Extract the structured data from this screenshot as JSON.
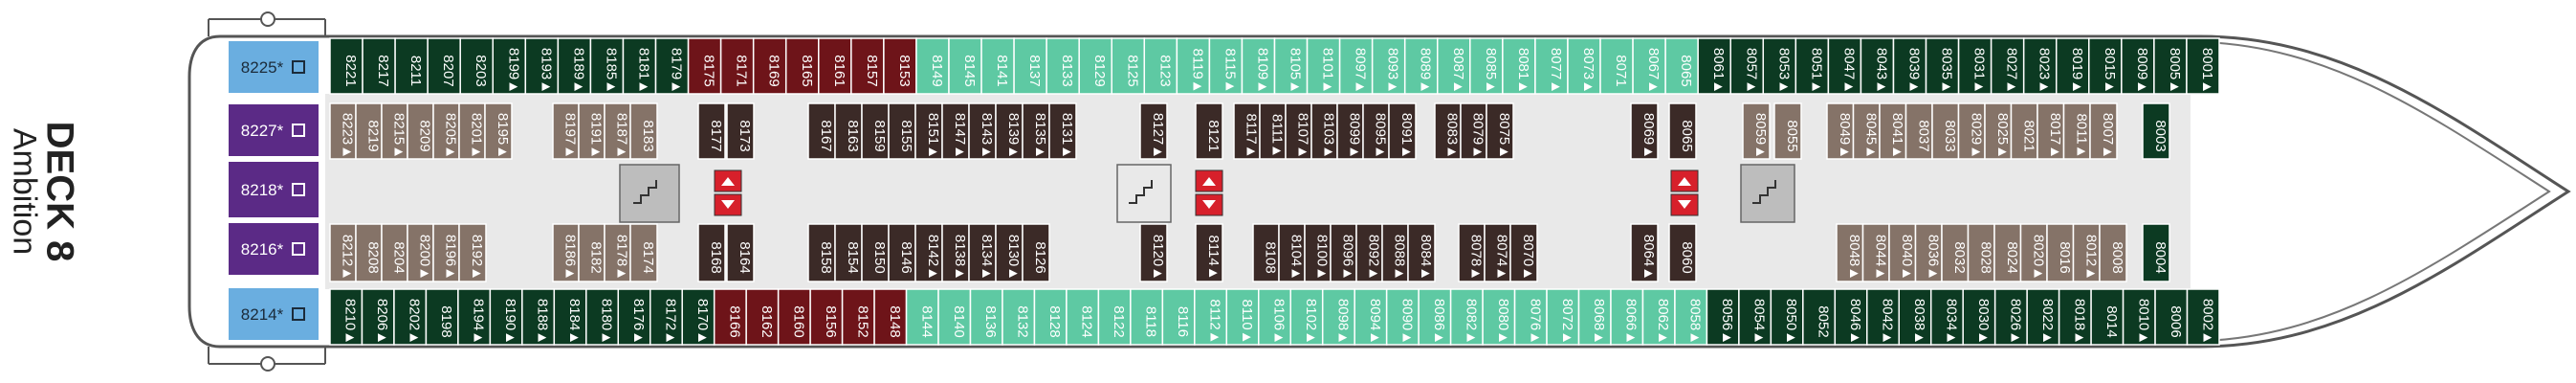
{
  "deck": {
    "title": "DECK 8",
    "ship_name": "Ambition"
  },
  "colors": {
    "suite_blue": "#6aaee0",
    "suite_purple": "#5b2a86",
    "balcony_green": "#0c3a22",
    "maroon": "#6e1419",
    "teal": "#5ec9a3",
    "interior_taupe": "#857368",
    "dark_brown": "#3b2a27",
    "corridor": "#e9e9e9",
    "stairs": "#bdbdbd",
    "lift_red": "#d7202b"
  },
  "aft_suites": [
    {
      "label": "8225*",
      "color": "suite_blue"
    },
    {
      "label": "8227*",
      "color": "suite_purple"
    },
    {
      "label": "8218*",
      "color": "suite_purple"
    },
    {
      "label": "8216*",
      "color": "suite_purple"
    },
    {
      "label": "8214*",
      "color": "suite_blue"
    }
  ],
  "rows": {
    "top_outer": [
      {
        "n": "8221",
        "c": "balcony_green"
      },
      {
        "n": "8217",
        "c": "balcony_green"
      },
      {
        "n": "8211",
        "c": "balcony_green"
      },
      {
        "n": "8207",
        "c": "balcony_green"
      },
      {
        "n": "8203",
        "c": "balcony_green"
      },
      {
        "n": "8199▲",
        "c": "balcony_green"
      },
      {
        "n": "8193▲",
        "c": "balcony_green"
      },
      {
        "n": "8189▲",
        "c": "balcony_green"
      },
      {
        "n": "8185▲",
        "c": "balcony_green"
      },
      {
        "n": "8181▲",
        "c": "balcony_green"
      },
      {
        "n": "8179▲",
        "c": "balcony_green"
      },
      {
        "n": "8175",
        "c": "maroon"
      },
      {
        "n": "8171",
        "c": "maroon"
      },
      {
        "n": "8169",
        "c": "maroon"
      },
      {
        "n": "8165",
        "c": "maroon"
      },
      {
        "n": "8161",
        "c": "maroon"
      },
      {
        "n": "8157",
        "c": "maroon"
      },
      {
        "n": "8153",
        "c": "maroon"
      },
      {
        "n": "8149",
        "c": "teal"
      },
      {
        "n": "8145",
        "c": "teal"
      },
      {
        "n": "8141",
        "c": "teal"
      },
      {
        "n": "8137",
        "c": "teal"
      },
      {
        "n": "8133",
        "c": "teal"
      },
      {
        "n": "8129",
        "c": "teal"
      },
      {
        "n": "8125",
        "c": "teal"
      },
      {
        "n": "8123",
        "c": "teal"
      },
      {
        "n": "8119▲",
        "c": "teal"
      },
      {
        "n": "8115▲",
        "c": "teal"
      },
      {
        "n": "8109▲",
        "c": "teal"
      },
      {
        "n": "8105▲",
        "c": "teal"
      },
      {
        "n": "8101▲",
        "c": "teal"
      },
      {
        "n": "8097▲",
        "c": "teal"
      },
      {
        "n": "8093▲",
        "c": "teal"
      },
      {
        "n": "8089▲",
        "c": "teal"
      },
      {
        "n": "8087▲",
        "c": "teal"
      },
      {
        "n": "8085▲",
        "c": "teal"
      },
      {
        "n": "8081▲",
        "c": "teal"
      },
      {
        "n": "8077▲",
        "c": "teal"
      },
      {
        "n": "8073▲",
        "c": "teal"
      },
      {
        "n": "8071",
        "c": "teal"
      },
      {
        "n": "8067▲",
        "c": "teal"
      },
      {
        "n": "8065",
        "c": "teal"
      },
      {
        "n": "8061▲",
        "c": "balcony_green"
      },
      {
        "n": "8057▲",
        "c": "balcony_green"
      },
      {
        "n": "8053▲",
        "c": "balcony_green"
      },
      {
        "n": "8051▲",
        "c": "balcony_green"
      },
      {
        "n": "8047▲",
        "c": "balcony_green"
      },
      {
        "n": "8043▲",
        "c": "balcony_green"
      },
      {
        "n": "8039▲",
        "c": "balcony_green"
      },
      {
        "n": "8035▲",
        "c": "balcony_green"
      },
      {
        "n": "8031▲",
        "c": "balcony_green"
      },
      {
        "n": "8027▲",
        "c": "balcony_green"
      },
      {
        "n": "8023▲",
        "c": "balcony_green"
      },
      {
        "n": "8019▲",
        "c": "balcony_green"
      },
      {
        "n": "8015▲",
        "c": "balcony_green"
      },
      {
        "n": "8009▲",
        "c": "balcony_green"
      },
      {
        "n": "8005▲",
        "c": "balcony_green"
      },
      {
        "n": "8001▲",
        "c": "balcony_green"
      }
    ],
    "top_inner": [
      {
        "n": "8223▲",
        "c": "interior_taupe"
      },
      {
        "n": "8219",
        "c": "interior_taupe"
      },
      {
        "n": "8215▲",
        "c": "interior_taupe"
      },
      {
        "n": "8209",
        "c": "interior_taupe"
      },
      {
        "n": "8205▲",
        "c": "interior_taupe"
      },
      {
        "n": "8201▲",
        "c": "interior_taupe"
      },
      {
        "n": "8195▲",
        "c": "interior_taupe"
      },
      {
        "n": "8197▲",
        "c": "interior_taupe"
      },
      {
        "n": "8191▲",
        "c": "interior_taupe"
      },
      {
        "n": "8187▲",
        "c": "interior_taupe"
      },
      {
        "n": "8183",
        "c": "interior_taupe"
      },
      {
        "n": "8177",
        "c": "dark_brown"
      },
      {
        "n": "8173",
        "c": "dark_brown"
      },
      {
        "n": "8167",
        "c": "dark_brown"
      },
      {
        "n": "8163",
        "c": "dark_brown"
      },
      {
        "n": "8159",
        "c": "dark_brown"
      },
      {
        "n": "8155",
        "c": "dark_brown"
      },
      {
        "n": "8151▲",
        "c": "dark_brown"
      },
      {
        "n": "8147▲",
        "c": "dark_brown"
      },
      {
        "n": "8143▲",
        "c": "dark_brown"
      },
      {
        "n": "8139▲",
        "c": "dark_brown"
      },
      {
        "n": "8135▲",
        "c": "dark_brown"
      },
      {
        "n": "8131▲",
        "c": "dark_brown"
      },
      {
        "n": "8127▲",
        "c": "dark_brown"
      },
      {
        "n": "8121",
        "c": "dark_brown"
      },
      {
        "n": "8117▲",
        "c": "dark_brown"
      },
      {
        "n": "8111▲",
        "c": "dark_brown"
      },
      {
        "n": "8107▲",
        "c": "dark_brown"
      },
      {
        "n": "8103▲",
        "c": "dark_brown"
      },
      {
        "n": "8099▲",
        "c": "dark_brown"
      },
      {
        "n": "8095▲",
        "c": "dark_brown"
      },
      {
        "n": "8091▲",
        "c": "dark_brown"
      },
      {
        "n": "8083▲",
        "c": "dark_brown"
      },
      {
        "n": "8079▲",
        "c": "dark_brown"
      },
      {
        "n": "8075▲",
        "c": "dark_brown"
      },
      {
        "n": "8069▲",
        "c": "dark_brown"
      },
      {
        "n": "8065",
        "c": "dark_brown"
      },
      {
        "n": "8059▲",
        "c": "interior_taupe"
      },
      {
        "n": "8055",
        "c": "interior_taupe"
      },
      {
        "n": "8049▲",
        "c": "interior_taupe"
      },
      {
        "n": "8045▲",
        "c": "interior_taupe"
      },
      {
        "n": "8041▲",
        "c": "interior_taupe"
      },
      {
        "n": "8037",
        "c": "interior_taupe"
      },
      {
        "n": "8033",
        "c": "interior_taupe"
      },
      {
        "n": "8029▲",
        "c": "interior_taupe"
      },
      {
        "n": "8025▲",
        "c": "interior_taupe"
      },
      {
        "n": "8021",
        "c": "interior_taupe"
      },
      {
        "n": "8017▲",
        "c": "interior_taupe"
      },
      {
        "n": "8011▲",
        "c": "interior_taupe"
      },
      {
        "n": "8007▲",
        "c": "interior_taupe"
      },
      {
        "n": "8003",
        "c": "balcony_green"
      }
    ],
    "bottom_inner": [
      {
        "n": "8212▲",
        "c": "interior_taupe"
      },
      {
        "n": "8208",
        "c": "interior_taupe"
      },
      {
        "n": "8204",
        "c": "interior_taupe"
      },
      {
        "n": "8200▲",
        "c": "interior_taupe"
      },
      {
        "n": "8196▲",
        "c": "interior_taupe"
      },
      {
        "n": "8192▲",
        "c": "interior_taupe"
      },
      {
        "n": "8186▲",
        "c": "interior_taupe"
      },
      {
        "n": "8182",
        "c": "interior_taupe"
      },
      {
        "n": "8178▲",
        "c": "interior_taupe"
      },
      {
        "n": "8174",
        "c": "interior_taupe"
      },
      {
        "n": "8168",
        "c": "dark_brown"
      },
      {
        "n": "8164",
        "c": "dark_brown"
      },
      {
        "n": "8158",
        "c": "dark_brown"
      },
      {
        "n": "8154",
        "c": "dark_brown"
      },
      {
        "n": "8150",
        "c": "dark_brown"
      },
      {
        "n": "8146",
        "c": "dark_brown"
      },
      {
        "n": "8142▲",
        "c": "dark_brown"
      },
      {
        "n": "8138▲",
        "c": "dark_brown"
      },
      {
        "n": "8134▲",
        "c": "dark_brown"
      },
      {
        "n": "8130▲",
        "c": "dark_brown"
      },
      {
        "n": "8126",
        "c": "dark_brown"
      },
      {
        "n": "8120▲",
        "c": "dark_brown"
      },
      {
        "n": "8114▲",
        "c": "dark_brown"
      },
      {
        "n": "8108",
        "c": "dark_brown"
      },
      {
        "n": "8104▲",
        "c": "dark_brown"
      },
      {
        "n": "8100▲",
        "c": "dark_brown"
      },
      {
        "n": "8096▲",
        "c": "dark_brown"
      },
      {
        "n": "8092▲",
        "c": "dark_brown"
      },
      {
        "n": "8088▲",
        "c": "dark_brown"
      },
      {
        "n": "8084▲",
        "c": "dark_brown"
      },
      {
        "n": "8078▲",
        "c": "dark_brown"
      },
      {
        "n": "8074▲",
        "c": "dark_brown"
      },
      {
        "n": "8070▲",
        "c": "dark_brown"
      },
      {
        "n": "8064▲",
        "c": "dark_brown"
      },
      {
        "n": "8060",
        "c": "dark_brown"
      },
      {
        "n": "8048▲",
        "c": "interior_taupe"
      },
      {
        "n": "8044▲",
        "c": "interior_taupe"
      },
      {
        "n": "8040▲",
        "c": "interior_taupe"
      },
      {
        "n": "8036▲",
        "c": "interior_taupe"
      },
      {
        "n": "8032",
        "c": "interior_taupe"
      },
      {
        "n": "8028",
        "c": "interior_taupe"
      },
      {
        "n": "8024",
        "c": "interior_taupe"
      },
      {
        "n": "8020▲",
        "c": "interior_taupe"
      },
      {
        "n": "8016",
        "c": "interior_taupe"
      },
      {
        "n": "8012▲",
        "c": "interior_taupe"
      },
      {
        "n": "8008",
        "c": "interior_taupe"
      },
      {
        "n": "8004",
        "c": "balcony_green"
      }
    ],
    "bottom_outer": [
      {
        "n": "8210▲",
        "c": "balcony_green"
      },
      {
        "n": "8206▲",
        "c": "balcony_green"
      },
      {
        "n": "8202▲",
        "c": "balcony_green"
      },
      {
        "n": "8198",
        "c": "balcony_green"
      },
      {
        "n": "8194▲",
        "c": "balcony_green"
      },
      {
        "n": "8190▲",
        "c": "balcony_green"
      },
      {
        "n": "8188▲",
        "c": "balcony_green"
      },
      {
        "n": "8184▲",
        "c": "balcony_green"
      },
      {
        "n": "8180▲",
        "c": "balcony_green"
      },
      {
        "n": "8176▲",
        "c": "balcony_green"
      },
      {
        "n": "8172▲",
        "c": "balcony_green"
      },
      {
        "n": "8170▲",
        "c": "balcony_green"
      },
      {
        "n": "8166",
        "c": "maroon"
      },
      {
        "n": "8162",
        "c": "maroon"
      },
      {
        "n": "8160",
        "c": "maroon"
      },
      {
        "n": "8156",
        "c": "maroon"
      },
      {
        "n": "8152",
        "c": "maroon"
      },
      {
        "n": "8148",
        "c": "maroon"
      },
      {
        "n": "8144",
        "c": "teal"
      },
      {
        "n": "8140",
        "c": "teal"
      },
      {
        "n": "8136",
        "c": "teal"
      },
      {
        "n": "8132",
        "c": "teal"
      },
      {
        "n": "8128",
        "c": "teal"
      },
      {
        "n": "8124",
        "c": "teal"
      },
      {
        "n": "8122",
        "c": "teal"
      },
      {
        "n": "8118",
        "c": "teal"
      },
      {
        "n": "8116",
        "c": "teal"
      },
      {
        "n": "8112▲",
        "c": "teal"
      },
      {
        "n": "8110▲",
        "c": "teal"
      },
      {
        "n": "8106▲",
        "c": "teal"
      },
      {
        "n": "8102▲",
        "c": "teal"
      },
      {
        "n": "8098▲",
        "c": "teal"
      },
      {
        "n": "8094▲",
        "c": "teal"
      },
      {
        "n": "8090▲",
        "c": "teal"
      },
      {
        "n": "8086▲",
        "c": "teal"
      },
      {
        "n": "8082▲",
        "c": "teal"
      },
      {
        "n": "8080▲",
        "c": "teal"
      },
      {
        "n": "8076▲",
        "c": "teal"
      },
      {
        "n": "8072▲",
        "c": "teal"
      },
      {
        "n": "8068▲",
        "c": "teal"
      },
      {
        "n": "8066▲",
        "c": "teal"
      },
      {
        "n": "8062▲",
        "c": "teal"
      },
      {
        "n": "8058▲",
        "c": "teal"
      },
      {
        "n": "8056▲",
        "c": "balcony_green"
      },
      {
        "n": "8054▲",
        "c": "balcony_green"
      },
      {
        "n": "8050▲",
        "c": "balcony_green"
      },
      {
        "n": "8052",
        "c": "balcony_green"
      },
      {
        "n": "8046▲",
        "c": "balcony_green"
      },
      {
        "n": "8042▲",
        "c": "balcony_green"
      },
      {
        "n": "8038▲",
        "c": "balcony_green"
      },
      {
        "n": "8034▲",
        "c": "balcony_green"
      },
      {
        "n": "8030▲",
        "c": "balcony_green"
      },
      {
        "n": "8026▲",
        "c": "balcony_green"
      },
      {
        "n": "8022▲",
        "c": "balcony_green"
      },
      {
        "n": "8018▲",
        "c": "balcony_green"
      },
      {
        "n": "8014",
        "c": "balcony_green"
      },
      {
        "n": "8010▲",
        "c": "balcony_green"
      },
      {
        "n": "8006",
        "c": "balcony_green"
      },
      {
        "n": "8002▲",
        "c": "balcony_green"
      }
    ]
  },
  "icons": [
    "stairs-icon",
    "elevator-icon",
    "suite-bed-icon",
    "accessible-marker-icon"
  ]
}
